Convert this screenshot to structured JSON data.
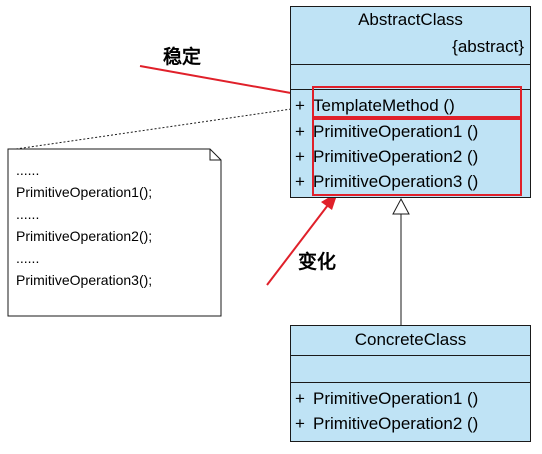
{
  "abstract_class": {
    "name": "AbstractClass",
    "stereotype": "{abstract}",
    "operations": [
      {
        "visibility": "+",
        "name": "TemplateMethod ()"
      },
      {
        "visibility": "+",
        "name": "PrimitiveOperation1 ()"
      },
      {
        "visibility": "+",
        "name": "PrimitiveOperation2 ()"
      },
      {
        "visibility": "+",
        "name": "PrimitiveOperation3 ()"
      }
    ]
  },
  "concrete_class": {
    "name": "ConcreteClass",
    "operations": [
      {
        "visibility": "+",
        "name": "PrimitiveOperation1 ()"
      },
      {
        "visibility": "+",
        "name": "PrimitiveOperation2 ()"
      }
    ]
  },
  "note": {
    "lines": [
      "......",
      "PrimitiveOperation1();",
      "......",
      "PrimitiveOperation2();",
      "......",
      "PrimitiveOperation3();"
    ]
  },
  "annotations": {
    "stable": "稳定",
    "change": "变化"
  },
  "colors": {
    "class_fill": "#bfe3f5",
    "highlight": "#e0202a",
    "arrow": "#e0202a",
    "line": "#1a1a1a"
  }
}
